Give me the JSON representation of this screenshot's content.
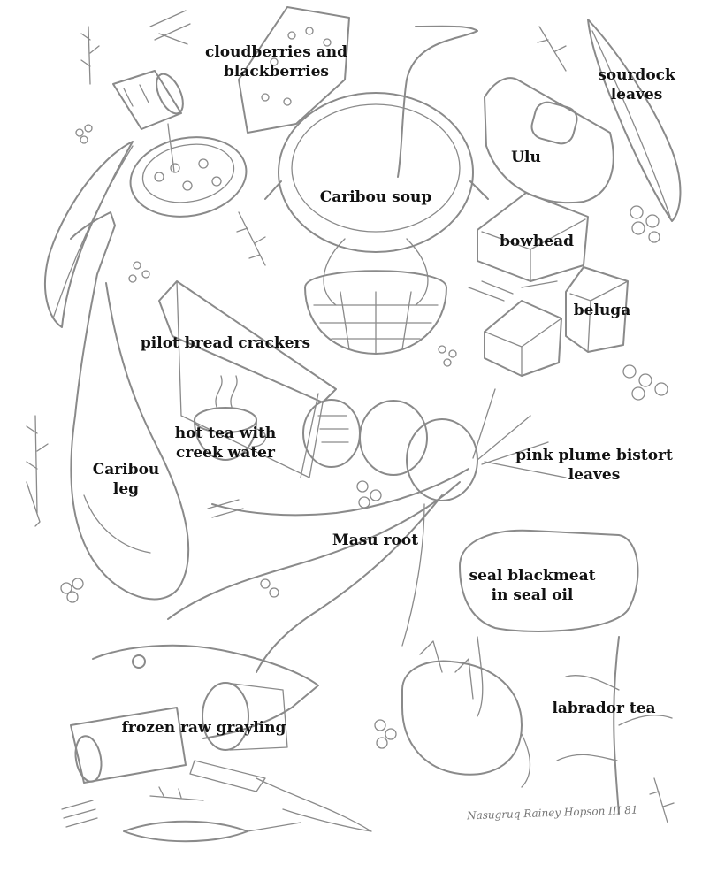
{
  "labels": {
    "cloudberries": "cloudberries and\nblackberries",
    "sourdock": "sourdock\nleaves",
    "ulu": "Ulu",
    "caribou_soup": "Caribou soup",
    "bowhead": "bowhead",
    "beluga": "beluga",
    "pilot_bread": "pilot bread crackers",
    "hot_tea": "hot tea with\ncreek water",
    "caribou_leg": "Caribou\nleg",
    "pink_plume": "pink plume bistort\nleaves",
    "masu_root": "Masu root",
    "seal_blackmeat": "seal blackmeat\nin seal oil",
    "labrador_tea": "labrador tea",
    "grayling": "frozen raw grayling"
  },
  "signature": "Nasugruq Rainey Hopson III 81",
  "colors": {
    "line": "#8a8a8a",
    "text": "#111111",
    "background": "#ffffff"
  }
}
